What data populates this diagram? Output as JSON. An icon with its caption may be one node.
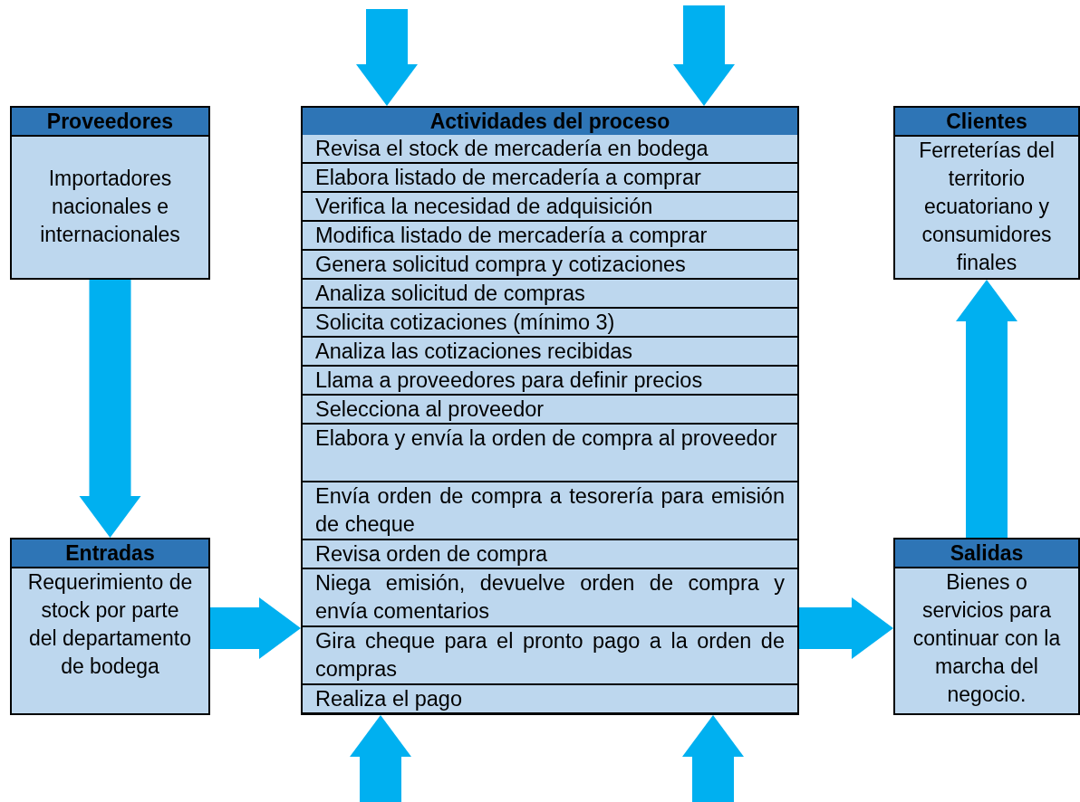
{
  "diagram": {
    "nodes": [
      {
        "text": [
          "Proveedores",
          "Importadores nacionales e internacionales"
        ]
      },
      {
        "text": [
          "Actividades del proceso"
        ]
      },
      {
        "text": [
          "Revisa el stock de mercadería en bodega"
        ],
        "in": 1
      },
      {
        "text": [
          "Elabora listado de mercadería a comprar"
        ],
        "in": 1
      },
      {
        "text": [
          "Verifica la necesidad de adquisición"
        ],
        "in": 1
      },
      {
        "text": [
          "Modifica listado de mercadería a comprar"
        ],
        "in": 1
      },
      {
        "text": [
          "Genera solicitud compra y cotizaciones"
        ],
        "in": 1
      },
      {
        "text": [
          "Analiza solicitud de compras"
        ],
        "in": 1
      },
      {
        "text": [
          "Solicita cotizaciones (mínimo 3)"
        ],
        "in": 1
      },
      {
        "text": [
          "Analiza las cotizaciones recibidas"
        ],
        "in": 1
      },
      {
        "text": [
          "Llama a proveedores para definir precios"
        ],
        "in": 1
      },
      {
        "text": [
          "Selecciona al proveedor"
        ],
        "in": 1
      },
      {
        "text": [
          "Elabora y envía la orden de compra al proveedor"
        ],
        "in": 1
      },
      {
        "text": [
          "Envía orden de compra a tesorería para emisión de cheque"
        ],
        "in": 1
      },
      {
        "text": [
          "Revisa orden de compra"
        ],
        "in": 1
      },
      {
        "text": [
          "Niega emisión, devuelve orden de compra y envía comentarios"
        ],
        "in": 1
      },
      {
        "text": [
          "Gira cheque para el pronto pago a la orden de compras"
        ],
        "in": 1
      },
      {
        "text": [
          "Realiza el pago"
        ],
        "in": 1
      },
      {
        "text": [
          "Clientes",
          "Ferreterías del territorio ecuatoriano y consumidores finales"
        ]
      },
      {
        "text": [
          "Entradas",
          "Requerimiento de stock por parte del departamento de bodega"
        ]
      },
      {
        "text": [
          "Salidas",
          "Bienes o servicios para continuar con la marcha del negocio."
        ]
      }
    ],
    "edges": [
      {
        "from": 0,
        "to": 19,
        "arrow": "to"
      },
      {
        "from": 19,
        "to": 1,
        "arrow": "to"
      },
      {
        "from": 1,
        "to": 20,
        "arrow": "to"
      },
      {
        "from": 20,
        "to": 18,
        "arrow": "to"
      },
      {
        "from": null,
        "to": 1,
        "arrow": "to"
      },
      {
        "from": null,
        "to": 1,
        "arrow": "to"
      },
      {
        "from": null,
        "to": 1,
        "arrow": "to"
      },
      {
        "from": null,
        "to": 1,
        "arrow": "to"
      }
    ]
  }
}
